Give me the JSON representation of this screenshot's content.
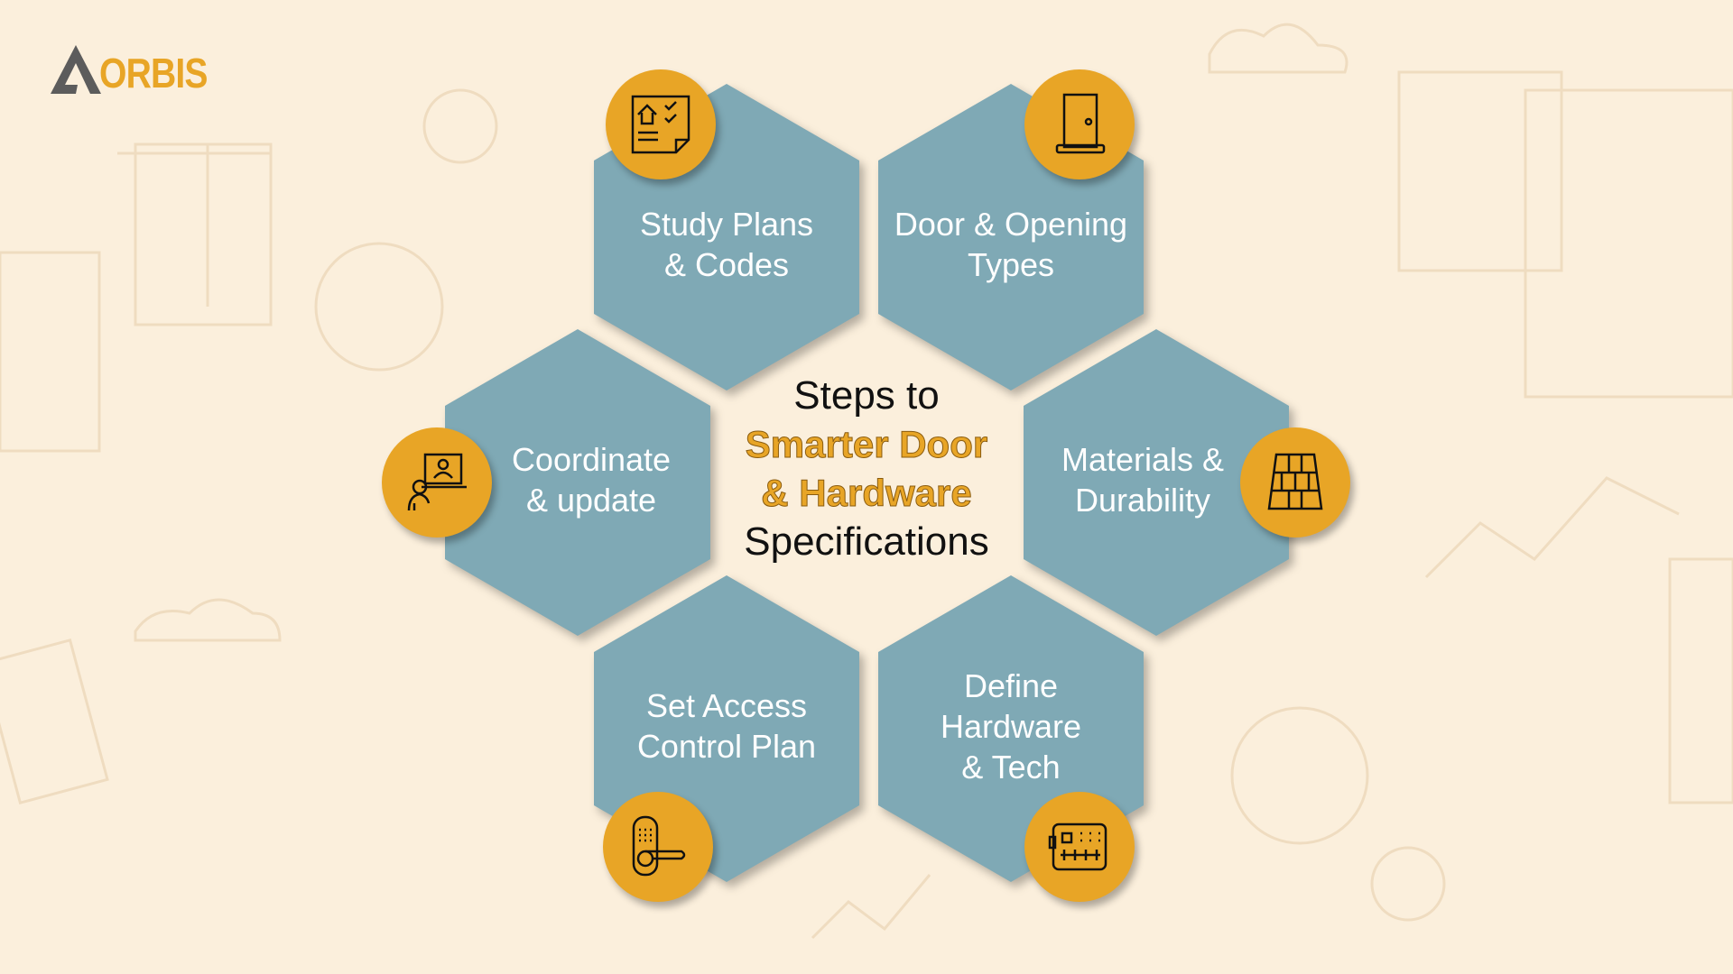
{
  "brand": {
    "logo_text": "ORBIS",
    "orange": "#e8a526",
    "teal": "#7fa9b5",
    "background": "#fbefdc"
  },
  "center": {
    "line1": "Steps to",
    "line2": "Smarter Door",
    "line3": "& Hardware",
    "line4": "Specifications"
  },
  "steps": [
    {
      "line1": "Study Plans",
      "line2": "& Codes",
      "icon": "plan-checklist-icon"
    },
    {
      "line1": "Door & Opening",
      "line2": "Types",
      "icon": "door-icon"
    },
    {
      "line1": "Coordinate",
      "line2": "& update",
      "icon": "presentation-person-icon"
    },
    {
      "line1": "Materials &",
      "line2": "Durability",
      "icon": "brick-wall-icon"
    },
    {
      "line1": "Set Access",
      "line2": "Control Plan",
      "icon": "keypad-lock-icon"
    },
    {
      "line1": "Define",
      "line2": "Hardware",
      "line3": "& Tech",
      "icon": "circuit-board-icon"
    }
  ]
}
